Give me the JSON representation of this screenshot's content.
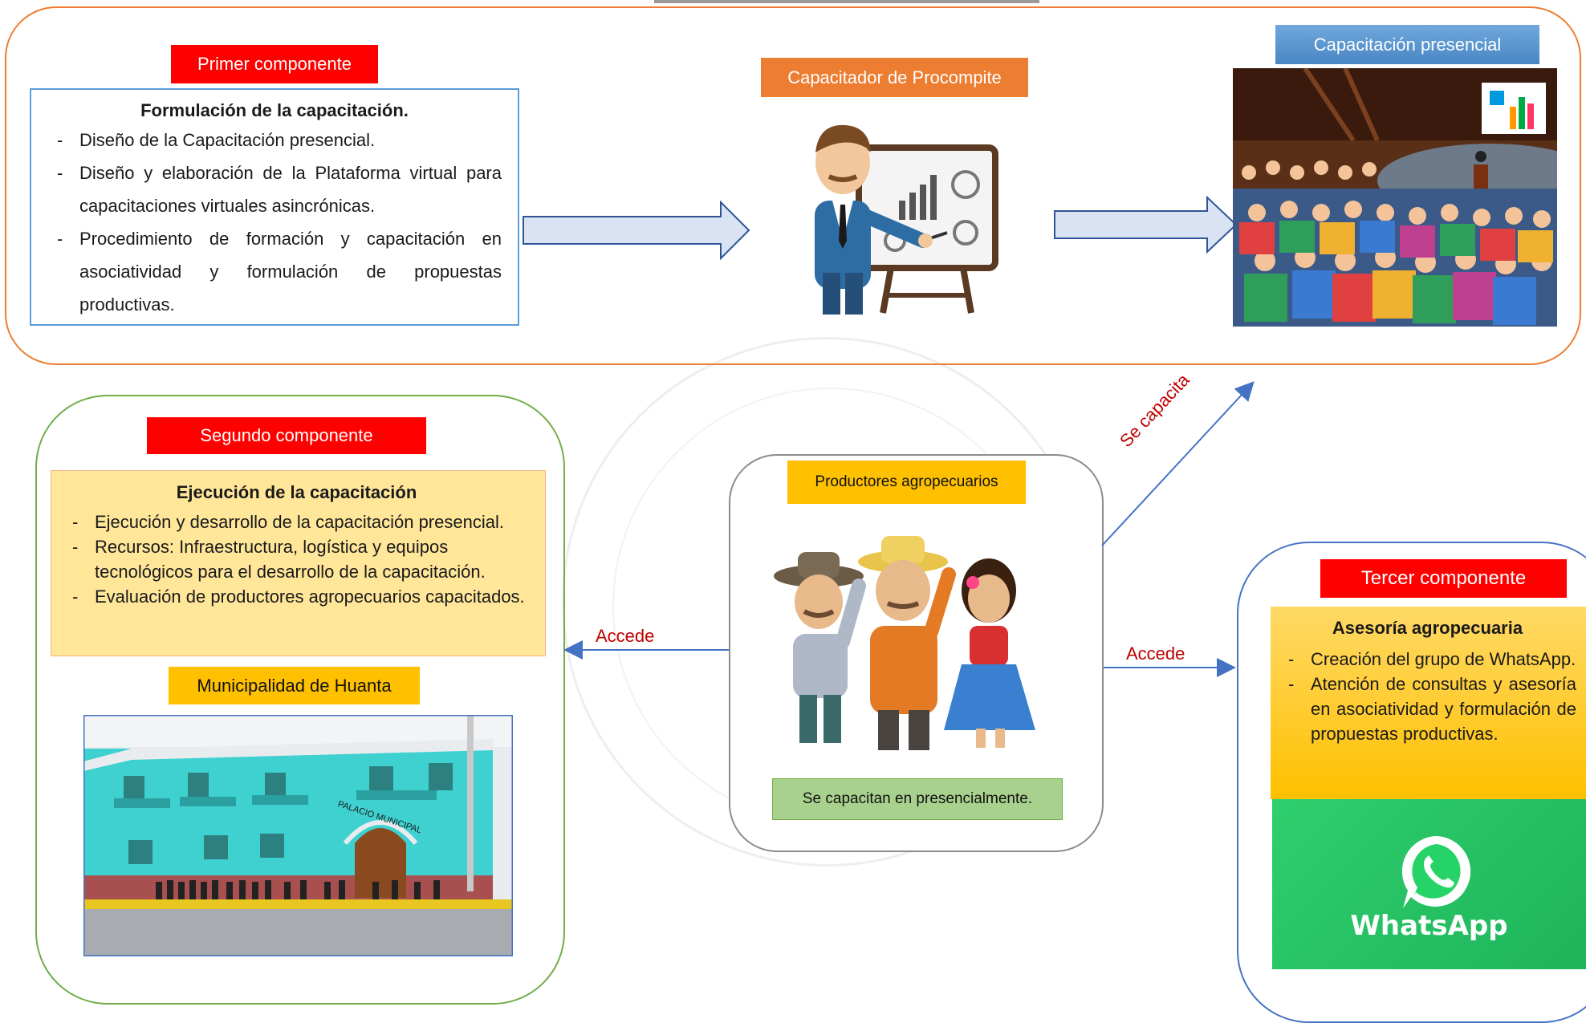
{
  "primer": {
    "tag": "Primer componente",
    "title": "Formulación de la capacitación.",
    "items": [
      "Diseño de la Capacitación presencial.",
      "Diseño y elaboración de la Plataforma virtual para capacitaciones virtuales asincrónicas.",
      "Procedimiento de formación y capacitación en asociatividad y formulación de propuestas productivas."
    ],
    "trainer_tag": "Capacitador de Procompite",
    "classroom_tag": "Capacitación presencial"
  },
  "segundo": {
    "tag": "Segundo componente",
    "title": "Ejecución de la capacitación",
    "items": [
      "Ejecución y desarrollo de la capacitación presencial.",
      "Recursos: Infraestructura, logística y equipos tecnológicos para el desarrollo de la capacitación.",
      "Evaluación de productores agropecuarios capacitados."
    ],
    "municipality_tag": "Municipalidad de Huanta",
    "building_sign": "PALACIO MUNICIPAL"
  },
  "productores": {
    "tag": "Productores agropecuarios",
    "caption": "Se capacitan en presencialmente."
  },
  "tercer": {
    "tag": "Tercer componente",
    "title": "Asesoría agropecuaria",
    "items": [
      "Creación del grupo de WhatsApp.",
      "Atención de consultas y asesoría en asociatividad y formulación de propuestas productivas."
    ],
    "whatsapp_label": "WhatsApp"
  },
  "arrows": {
    "se_capacita": "Se capacita",
    "accede_left": "Accede",
    "accede_right": "Accede"
  },
  "colors": {
    "red_tag": "#ff0000",
    "orange_tag": "#ed7d31",
    "blue_tag": "#5b9bd5",
    "yellow_tag": "#ffc000",
    "group1_border": "#ed7d31",
    "group2_border": "#70ad47",
    "group3_border": "#4472c4",
    "arrow_fill": "#dae3f3",
    "arrow_stroke": "#2f5597",
    "whatsapp_green": "#25d366"
  }
}
